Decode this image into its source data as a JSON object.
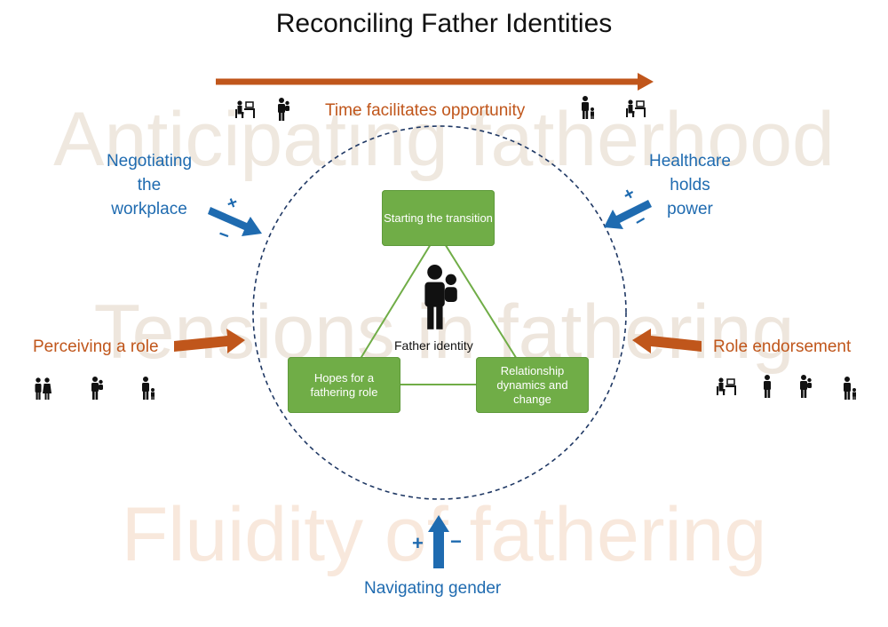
{
  "title": "Reconciling Father Identities",
  "background_themes": [
    "Anticipating fatherhood",
    "Tensions in fathering",
    "Fluidity of fathering"
  ],
  "top_label": "Time facilitates opportunity",
  "influences": {
    "workplace": [
      "Negotiating",
      "the",
      "workplace"
    ],
    "healthcare": [
      "Healthcare",
      "holds",
      "power"
    ],
    "perceiving": "Perceiving a role",
    "endorsement": "Role endorsement",
    "gender": "Navigating gender"
  },
  "signs": {
    "plus": "+",
    "minus": "−"
  },
  "nodes": {
    "starting": "Starting the transition",
    "hopes": "Hopes for a fathering role",
    "relationship": "Relationship dynamics and change"
  },
  "center_label": "Father identity",
  "colors": {
    "orange": "#c0561b",
    "blue": "#1f6bb0",
    "green": "#70ad47",
    "circle": "#1f3864"
  },
  "icons": [
    "desk-worker-icon",
    "father-holding-child-icon",
    "father-with-child-icon",
    "couple-icon"
  ]
}
